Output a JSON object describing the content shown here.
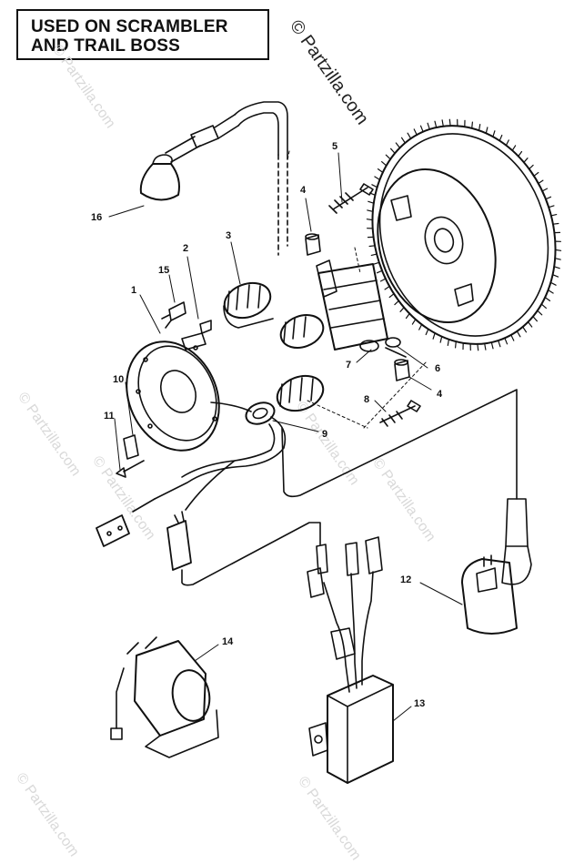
{
  "header": {
    "line1": "USED ON SCRAMBLER",
    "line2": "AND TRAIL BOSS"
  },
  "watermark": {
    "main": "© Partzilla.com",
    "faint": [
      "© Partzilla.com",
      "© Partzilla.com",
      "© Partzilla.com",
      "© Partzilla.com",
      "© Partzilla.com",
      "© Partzilla.com",
      "© Partzilla.com"
    ]
  },
  "callouts": [
    {
      "id": "c1",
      "label": "1"
    },
    {
      "id": "c2",
      "label": "2"
    },
    {
      "id": "c3",
      "label": "3"
    },
    {
      "id": "c4a",
      "label": "4"
    },
    {
      "id": "c4b",
      "label": "4"
    },
    {
      "id": "c5",
      "label": "5"
    },
    {
      "id": "c6",
      "label": "6"
    },
    {
      "id": "c7",
      "label": "7"
    },
    {
      "id": "c8",
      "label": "8"
    },
    {
      "id": "c9",
      "label": "9"
    },
    {
      "id": "c10",
      "label": "10"
    },
    {
      "id": "c11",
      "label": "11"
    },
    {
      "id": "c12",
      "label": "12"
    },
    {
      "id": "c13",
      "label": "13"
    },
    {
      "id": "c14",
      "label": "14"
    },
    {
      "id": "c15",
      "label": "15"
    },
    {
      "id": "c16",
      "label": "16"
    }
  ]
}
